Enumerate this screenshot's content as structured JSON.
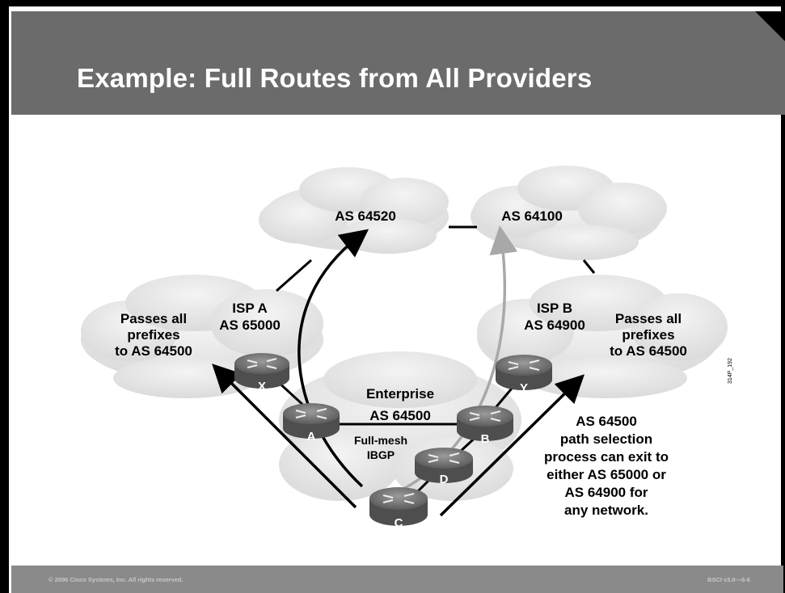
{
  "slide": {
    "title": "Example: Full Routes from All Providers",
    "footer_left": "© 2006 Cisco Systems, Inc. All rights reserved.",
    "footer_right": "BSCI v3.0—6-6",
    "figure_id": "314P_192"
  },
  "clouds": {
    "as64520": "AS 64520",
    "as64100": "AS 64100"
  },
  "isp_a": {
    "name": "ISP A",
    "as": "AS 65000"
  },
  "isp_b": {
    "name": "ISP B",
    "as": "AS 64900"
  },
  "left_note": [
    "Passes all",
    "prefixes",
    "to AS 64500"
  ],
  "right_note": [
    "Passes all",
    "prefixes",
    "to AS 64500"
  ],
  "enterprise": {
    "name": "Enterprise",
    "as": "AS 64500"
  },
  "ibgp": [
    "Full-mesh",
    "IBGP"
  ],
  "path_note": [
    "AS 64500",
    "path selection",
    "process can exit to",
    "either AS 65000 or",
    "AS 64900 for",
    "any network."
  ],
  "routers": {
    "x": "X",
    "a": "A",
    "b": "B",
    "c": "C",
    "d": "D",
    "y": "Y"
  }
}
